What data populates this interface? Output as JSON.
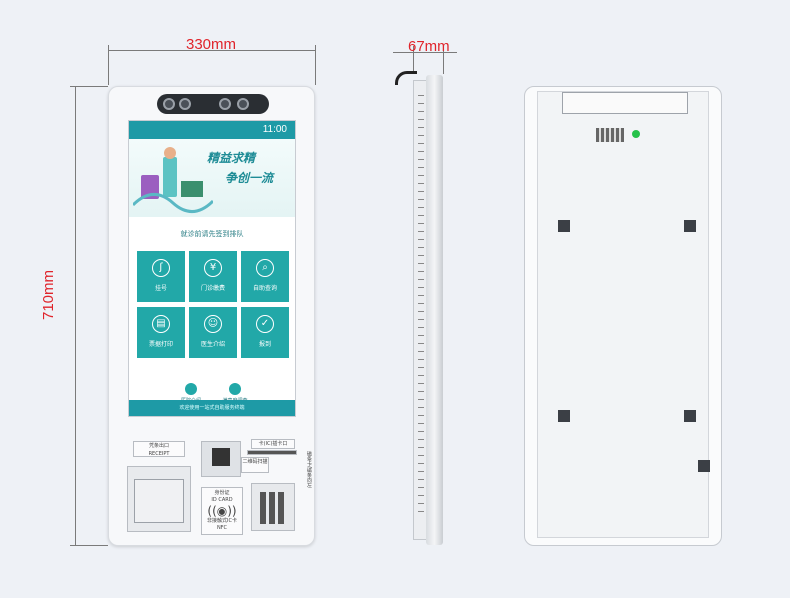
{
  "dimensions": {
    "width": "330mm",
    "depth": "67mm",
    "height": "710mm"
  },
  "screen": {
    "clock": "11:00",
    "slogan_line1": "精益求精",
    "slogan_line2": "争创一流",
    "queue_text": "就诊前请先签到排队",
    "tiles": [
      "挂号",
      "门诊缴费",
      "自助查询",
      "票据打印",
      "医生介绍",
      "报到"
    ],
    "mini_buttons": [
      "医院介绍",
      "满意度调查"
    ],
    "footer": "欢迎使用一站式自助服务终端"
  },
  "lower_panel": {
    "receipt_label": "凭条出口",
    "receipt_sub": "RECEIPT",
    "card_label": "卡(IC)插卡口",
    "qr_label": "二维码扫描",
    "id_label": "身份证",
    "id_sub": "ID CARD",
    "nfc_label": "非接触式IC卡",
    "nfc_sub": "NFC",
    "side_label": "磁条卡/磁条向左"
  }
}
